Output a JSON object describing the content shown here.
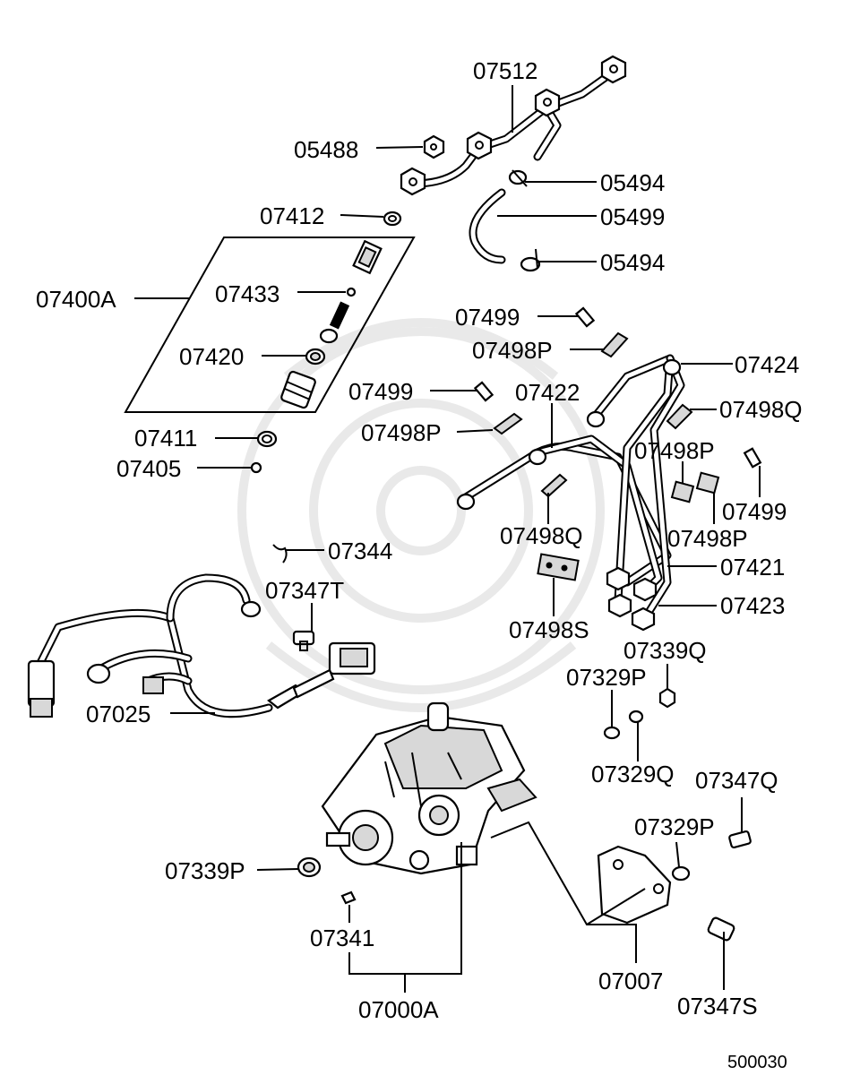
{
  "diagram": {
    "figure_number": "500030",
    "watermark_icon": "samurai-helmet-icon",
    "part_labels": {
      "p07512": "07512",
      "p05488": "05488",
      "p05494a": "05494",
      "p07412": "07412",
      "p05499": "05499",
      "p05494b": "05494",
      "p07400A": "07400A",
      "p07433": "07433",
      "p07420": "07420",
      "p07499a": "07499",
      "p07498Pa": "07498P",
      "p07424": "07424",
      "p07499b": "07499",
      "p07422": "07422",
      "p07498Qa": "07498Q",
      "p07411": "07411",
      "p07498Pb": "07498P",
      "p07498Pc": "07498P",
      "p07405": "07405",
      "p07499c": "07499",
      "p07498Qb": "07498Q",
      "p07498Pd": "07498P",
      "p07344": "07344",
      "p07421": "07421",
      "p07347T": "07347T",
      "p07423": "07423",
      "p07498S": "07498S",
      "p07339Q": "07339Q",
      "p07329Pa": "07329P",
      "p07025": "07025",
      "p07329Q": "07329Q",
      "p07347Q": "07347Q",
      "p07329Pb": "07329P",
      "p07339P": "07339P",
      "p07341": "07341",
      "p07007": "07007",
      "p07347S": "07347S",
      "p07000A": "07000A"
    }
  }
}
